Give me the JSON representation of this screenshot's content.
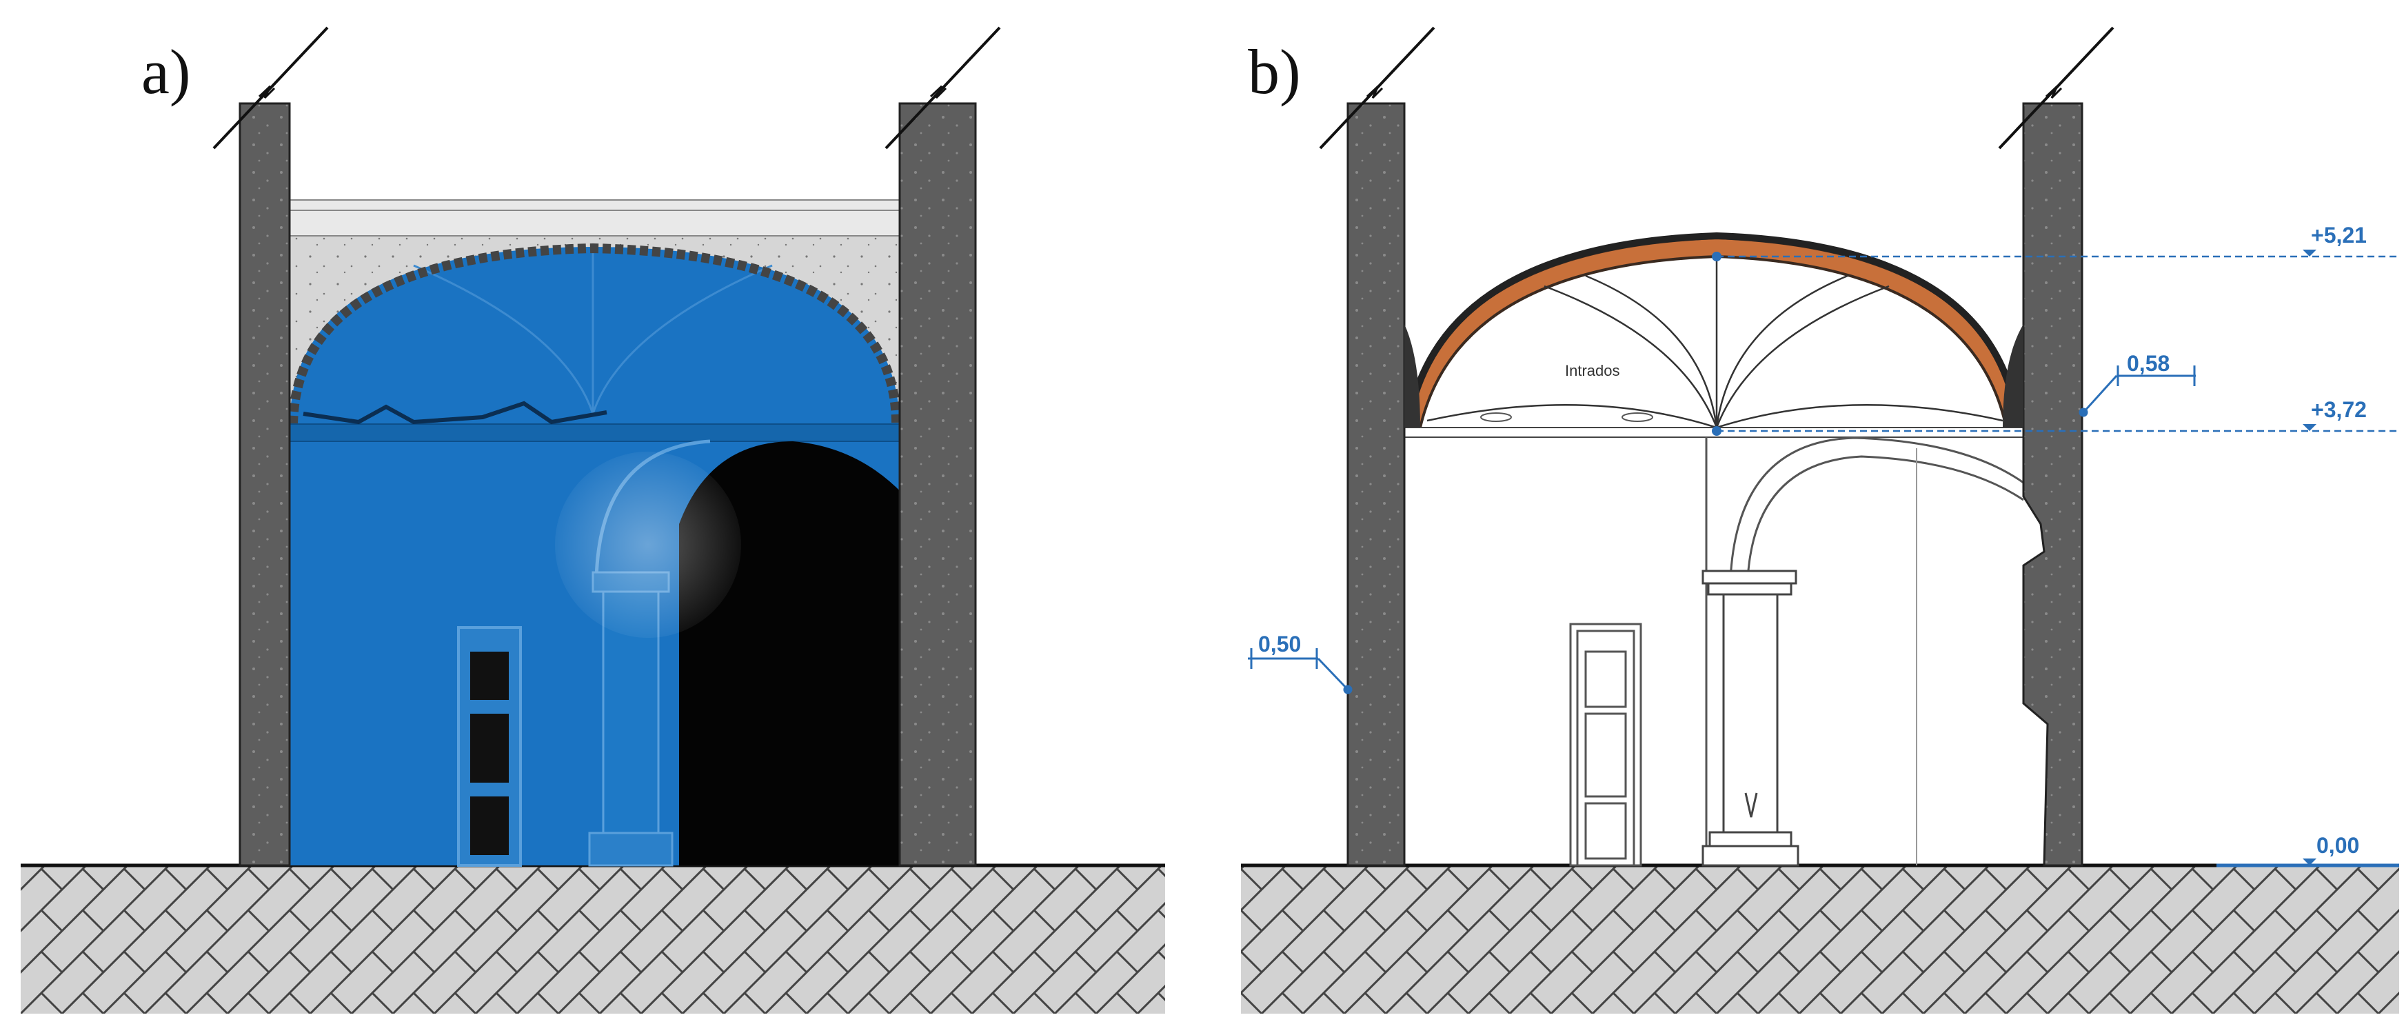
{
  "panels": {
    "a": {
      "label": "a)"
    },
    "b": {
      "label": "b)"
    }
  },
  "annotations": {
    "intrados": "Intrados",
    "level_top": "+5,21",
    "level_springing": "+3,72",
    "level_ground": "0,00",
    "thickness_wall": "0,50",
    "thickness_vault": "0,58"
  },
  "colors": {
    "scan_blue": "#1a73c2",
    "wall_gray": "#5b5b5b",
    "fill_gray": "#d4d4d4",
    "brick_orange": "#c8703a",
    "dimension_blue": "#2a6fb8",
    "ground_hatch": "#cfcfcf"
  }
}
